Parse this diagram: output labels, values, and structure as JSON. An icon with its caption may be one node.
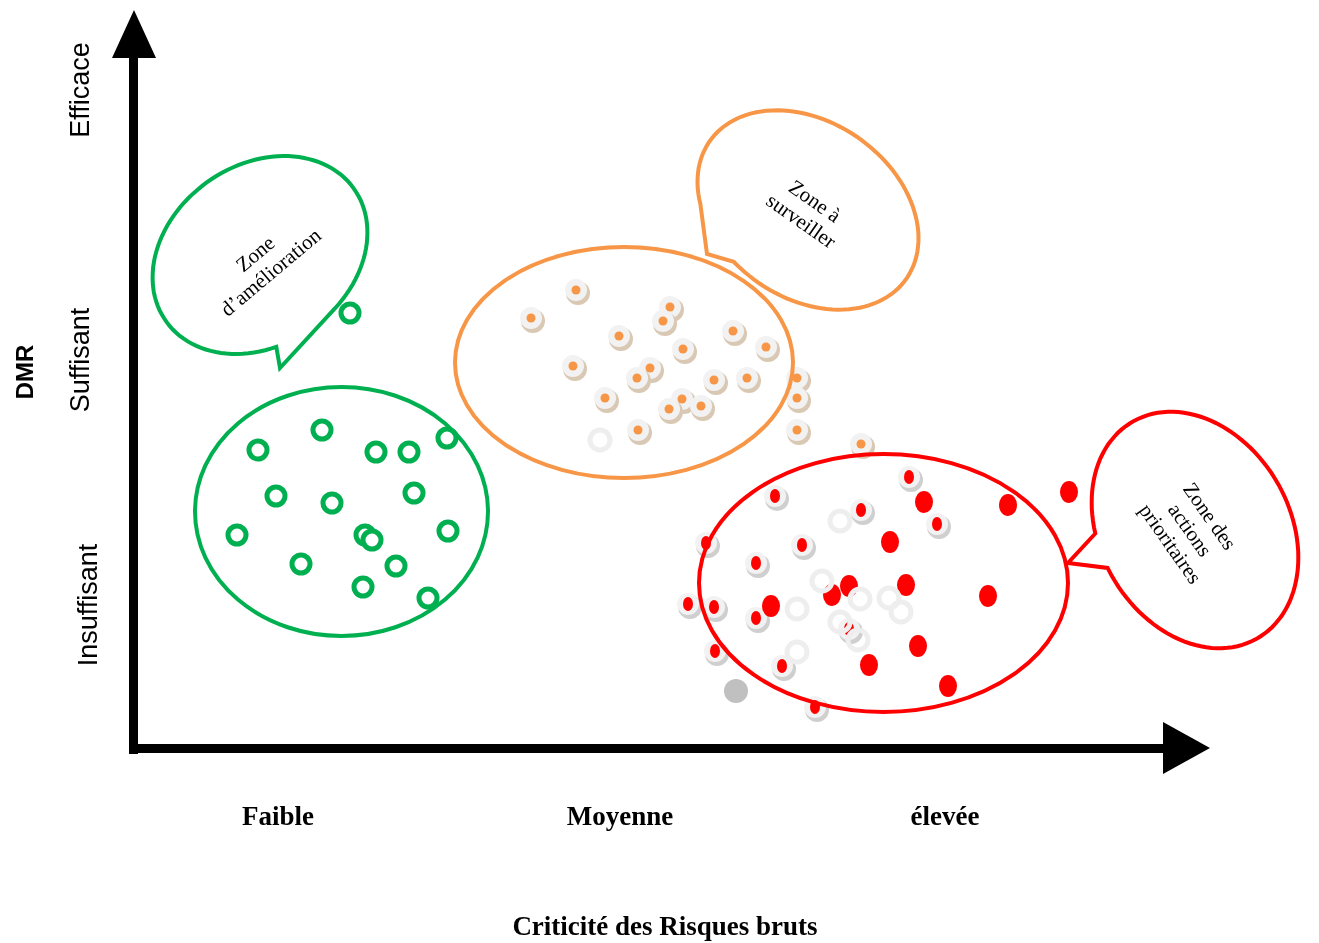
{
  "diagram": {
    "nodes": [
      {
        "text": [
          "Zone d’amélioration"
        ]
      },
      {
        "text": [],
        "shape": "ellipse"
      },
      {
        "text": [
          "Zone à surveiller"
        ]
      },
      {
        "text": [],
        "shape": "ellipse"
      },
      {
        "text": [
          "Zone des actions prioritaires"
        ]
      },
      {
        "text": [],
        "shape": "ellipse"
      }
    ],
    "edges": [],
    "labels": [
      "Efficace",
      "DMR",
      "Suffisant",
      "Insuffisant",
      "Faible",
      "Moyenne",
      "élevée",
      "Criticité  des Risques bruts"
    ]
  }
}
